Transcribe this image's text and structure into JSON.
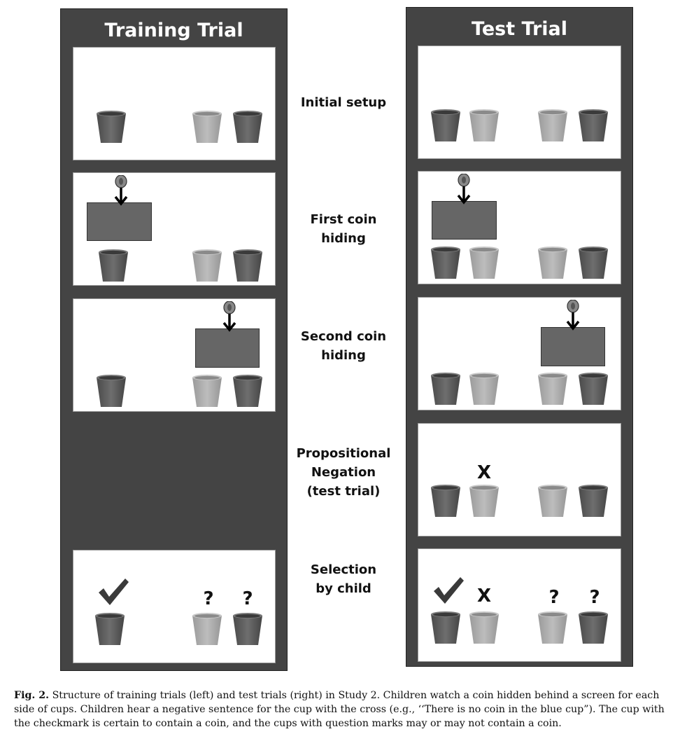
{
  "training": {
    "title": "Training Trial"
  },
  "test": {
    "title": "Test Trial"
  },
  "steps": [
    {
      "label": "Initial setup"
    },
    {
      "label": "First coin\nhiding"
    },
    {
      "label": "Second coin\nhiding"
    },
    {
      "label": "Propositional\nNegation\n(test trial)"
    },
    {
      "label": "Selection\nby child"
    }
  ],
  "marks": {
    "cross": "X",
    "question": "?"
  },
  "colors": {
    "dark_cup": "#5a5a5a",
    "light_cup": "#a8a8a8",
    "column_bg": "#444444",
    "screen": "#666666"
  },
  "caption": {
    "label": "Fig. 2.",
    "text": " Structure of training trials (left) and test trials (right) in Study 2. Children watch a coin hidden behind a screen for each side of cups. Children hear a negative sentence for the cup with the cross (e.g., ‘‘There is no coin in the blue cup”). The cup with the checkmark is certain to contain a coin, and the cups with question marks may or may not contain a coin."
  }
}
